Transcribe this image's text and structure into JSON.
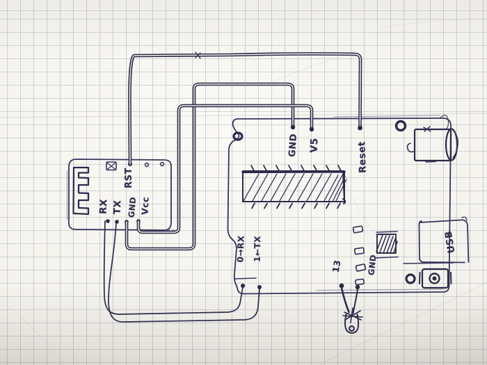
{
  "colors": {
    "ink": "#37355c",
    "wire_ink": "#2b2946",
    "paper": "#f4f2ec",
    "grid_line": "#8e94a4"
  },
  "serial_adapter": {
    "rst_label": "RST",
    "rx_label": "RX",
    "tx_label": "TX",
    "gnd_label": "GND",
    "vcc_label": "Vcc"
  },
  "arduino_board": {
    "gnd_top_label": "GND",
    "v5_label": "V5",
    "reset_label": "Reset",
    "pin0_label": "0→RX",
    "pin1_label": "1←TX",
    "pin13_label": "13",
    "gnd_bottom_label": "GND",
    "usb_label": "USB"
  }
}
